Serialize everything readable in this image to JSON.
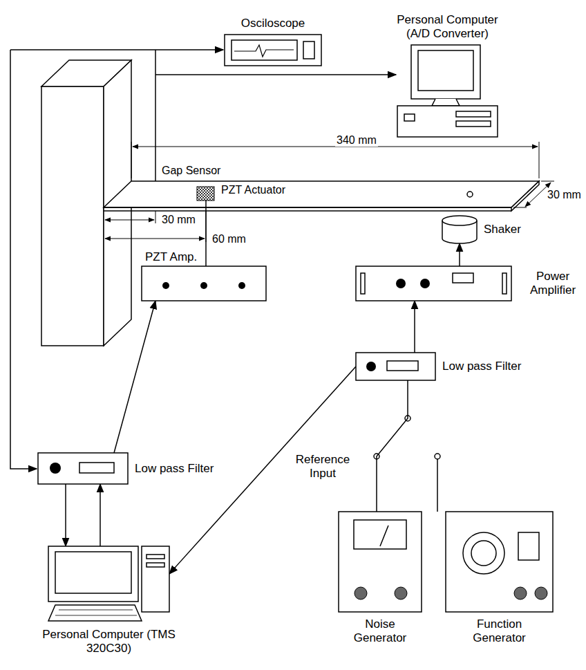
{
  "diagram": {
    "nodes": [
      {
        "text": [
          "Osciloscope"
        ]
      },
      {
        "text": [
          "Personal Computer (A/D Converter)"
        ]
      },
      {
        "text": [
          "Shaker"
        ]
      },
      {
        "text": [
          "PZT Amp."
        ]
      },
      {
        "text": [
          "Power Amplifier"
        ]
      },
      {
        "text": [
          "Low pass Filter"
        ]
      },
      {
        "text": [
          "Low pass Filter"
        ]
      },
      {
        "text": [
          "Noise Generator"
        ]
      },
      {
        "text": [
          "Function Generator"
        ]
      },
      {
        "text": [
          "Personal Computer (TMS 320C30)"
        ]
      }
    ],
    "edges": [
      {
        "from": 6,
        "to": 9,
        "arrow": "to"
      },
      {
        "from": 9,
        "to": 6,
        "arrow": "to"
      },
      {
        "from": 6,
        "to": 3,
        "arrow": "to"
      },
      {
        "from": 5,
        "to": 4,
        "arrow": "to"
      },
      {
        "from": 4,
        "to": 2,
        "arrow": "to"
      },
      {
        "from": 5,
        "to": 9,
        "label": "Reference Input",
        "arrow": "to"
      },
      {
        "from": 7,
        "to": 5,
        "arrow": "none"
      }
    ],
    "labels": [
      "340 mm",
      "Gap Sensor",
      "PZT Actuator",
      "30 mm",
      "30 mm",
      "60 mm"
    ]
  }
}
